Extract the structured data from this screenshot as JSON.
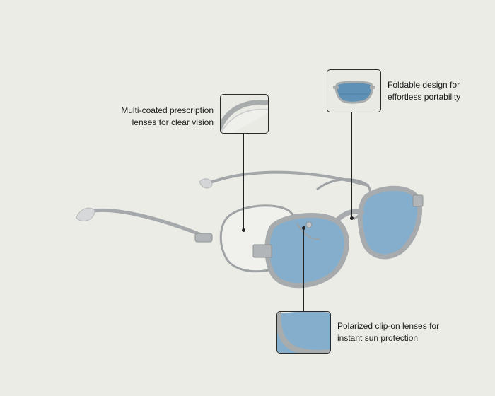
{
  "callouts": {
    "prescription": {
      "line1": "Multi-coated prescription",
      "line2": "lenses for clear vision",
      "icon": "lens-edge-thumbnail"
    },
    "foldable": {
      "line1": "Foldable design for",
      "line2": "effortless portability",
      "icon": "folded-glasses-thumbnail"
    },
    "polarized": {
      "line1": "Polarized clip-on lenses for",
      "line2": "instant sun protection",
      "icon": "tinted-lens-thumbnail"
    }
  },
  "colors": {
    "background": "#ebece6",
    "frame": "#a9acad",
    "lens_tint": "#84aecb",
    "line": "#222222"
  }
}
